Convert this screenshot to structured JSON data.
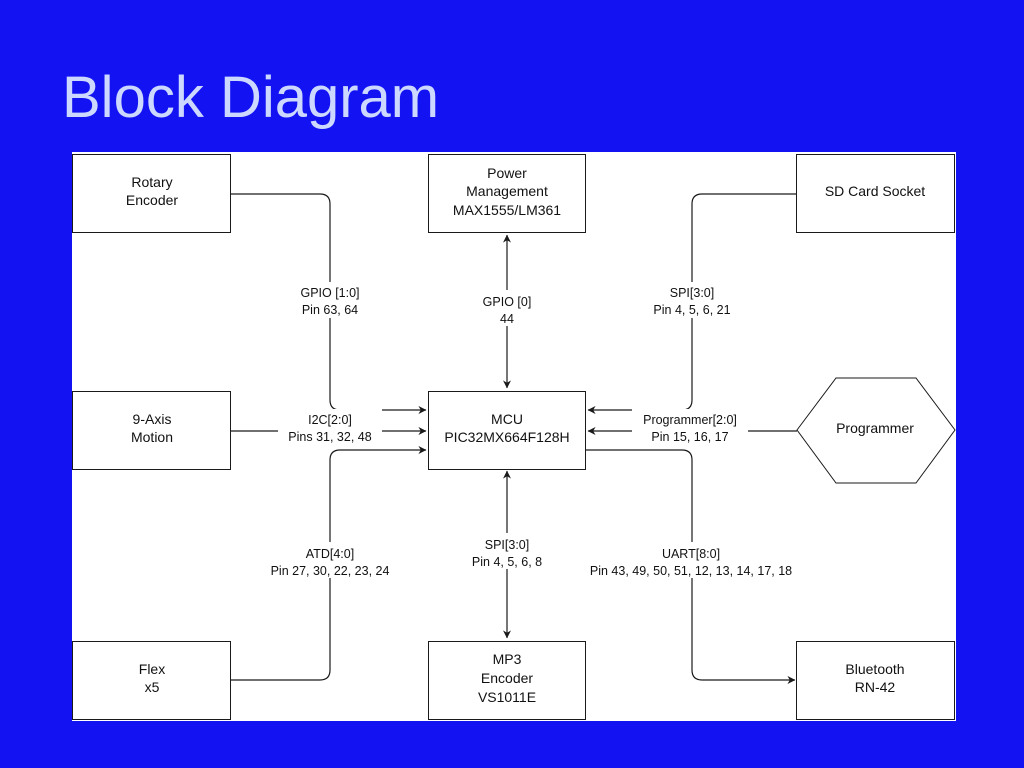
{
  "slide": {
    "title": "Block Diagram"
  },
  "diagram": {
    "nodes": {
      "rotary": [
        "Rotary",
        "Encoder"
      ],
      "power": [
        "Power",
        "Management",
        "MAX1555/LM361"
      ],
      "sd": [
        "SD Card Socket"
      ],
      "motion": [
        "9-Axis",
        "Motion"
      ],
      "mcu": [
        "MCU",
        "PIC32MX664F128H"
      ],
      "programmer": [
        "Programmer"
      ],
      "flex": [
        "Flex",
        "x5"
      ],
      "mp3": [
        "MP3",
        "Encoder",
        "VS1011E"
      ],
      "bluetooth": [
        "Bluetooth",
        "RN-42"
      ]
    },
    "edges": {
      "rotary_gpio": [
        "GPIO [1:0]",
        "Pin 63, 64"
      ],
      "power_gpio": [
        "GPIO [0]",
        "44"
      ],
      "sd_spi": [
        "SPI[3:0]",
        "Pin 4, 5, 6, 21"
      ],
      "motion_i2c": [
        "I2C[2:0]",
        "Pins 31, 32, 48"
      ],
      "programmer_link": [
        "Programmer[2:0]",
        "Pin 15, 16, 17"
      ],
      "flex_atd": [
        "ATD[4:0]",
        "Pin 27, 30, 22, 23, 24"
      ],
      "mp3_spi": [
        "SPI[3:0]",
        "Pin 4, 5, 6, 8"
      ],
      "bt_uart": [
        "UART[8:0]",
        "Pin 43, 49, 50, 51, 12, 13, 14, 17, 18"
      ]
    }
  }
}
